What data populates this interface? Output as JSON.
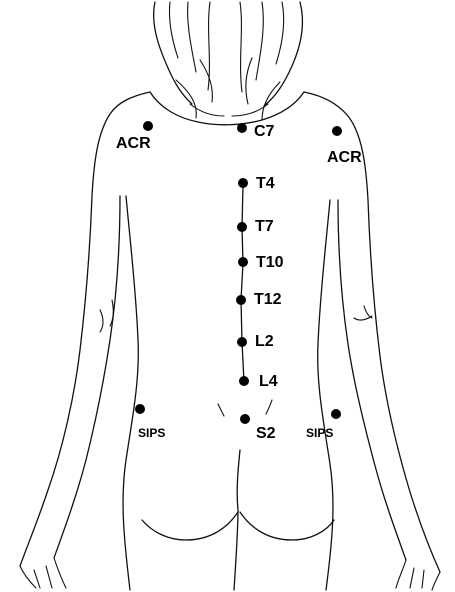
{
  "landmarks": {
    "c7": "C7",
    "t4": "T4",
    "t7": "T7",
    "t10": "T10",
    "t12": "T12",
    "l2": "L2",
    "l4": "L4",
    "s2": "S2",
    "acr_left": "ACR",
    "acr_right": "ACR",
    "sips_left": "SIPS",
    "sips_right": "SIPS"
  },
  "colors": {
    "ink": "#000000",
    "background": "#ffffff"
  }
}
